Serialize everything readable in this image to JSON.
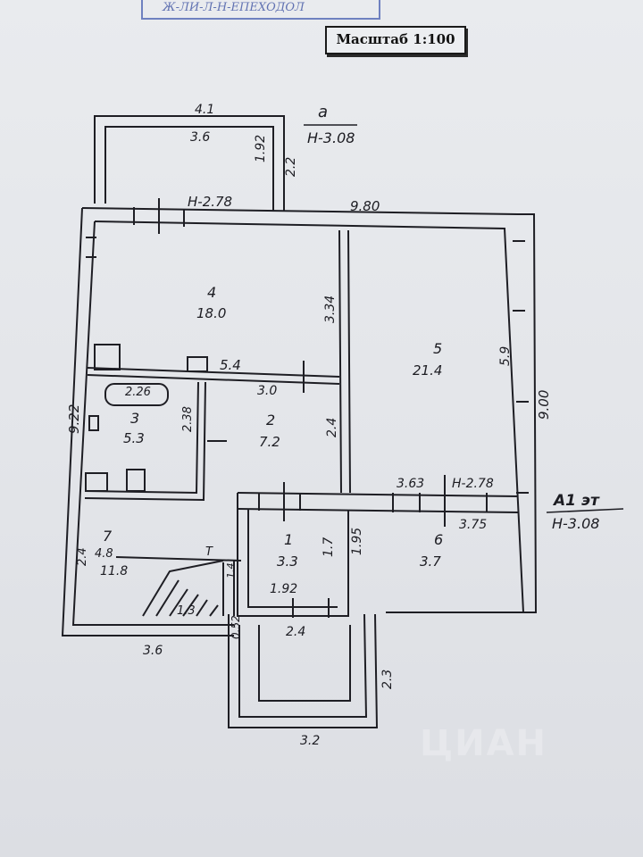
{
  "header": {
    "stamp_text": "Ж-ЛИ-Л-Н-ЕПЕХОДОЛ",
    "scale_label": "Масштаб 1:100"
  },
  "annex_a": {
    "letter": "а",
    "height_label": "Н-3.08",
    "top_width": "4.1",
    "inner_width": "3.6",
    "depth": "1.92",
    "side": "2.2"
  },
  "main": {
    "height_left": "Н-2.78",
    "width_top": "9.80",
    "height_right_label": "Н-2.78",
    "depth_left": "9.22",
    "depth_right": "9.00",
    "bottom_left_width": "3.6",
    "floor_letter": "А1 эт",
    "floor_height": "Н-3.08"
  },
  "rooms": [
    {
      "number": "4",
      "area": "18.0"
    },
    {
      "number": "5",
      "area": "21.4"
    },
    {
      "number": "3",
      "area": "5.3"
    },
    {
      "number": "2",
      "area": "7.2"
    },
    {
      "number": "7",
      "area": "11.8"
    },
    {
      "number": "1",
      "area": "3.3"
    },
    {
      "number": "6",
      "area": "3.7"
    }
  ],
  "dims": {
    "room4_depth": "3.34",
    "room4_width": "5.4",
    "room2_width": "3.0",
    "room2_depth": "2.4",
    "room3_width": "2.26",
    "room3_depth": "2.38",
    "room5_depth": "5.9",
    "room5_width": "3.63",
    "room6_width": "3.75",
    "room6_depth": "1.95",
    "room1_depth": "1.7",
    "room1_width": "1.92",
    "room7_depth": "2.4",
    "room7_width": "4.8",
    "stair": "1.3",
    "stair_small": "1.4",
    "porch_width": "2.4",
    "porch_side": "0.52",
    "porch_depth": "2.3",
    "porch_outer": "3.2",
    "stove": "Т"
  },
  "watermark": "ЦИАН"
}
